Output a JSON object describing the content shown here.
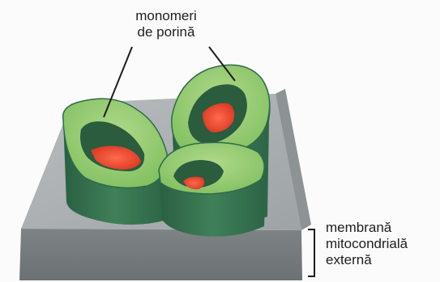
{
  "labels": {
    "porin_monomers": [
      "monomeri",
      "de porină"
    ],
    "outer_membrane": [
      "membrană",
      "mitocondrială",
      "externă"
    ]
  },
  "colors": {
    "membrane_top": "#a7acae",
    "membrane_front": "#757a7c",
    "membrane_side": "#5e6264",
    "porin_outer_dark": "#2e6b4a",
    "porin_outer": "#3f7f58",
    "porin_rim": "#8dc86b",
    "porin_rim_light": "#a8d47e",
    "pore_lumen": "#ee4a32",
    "pore_shadow": "#1f4a33",
    "line": "#1e1e1e"
  }
}
